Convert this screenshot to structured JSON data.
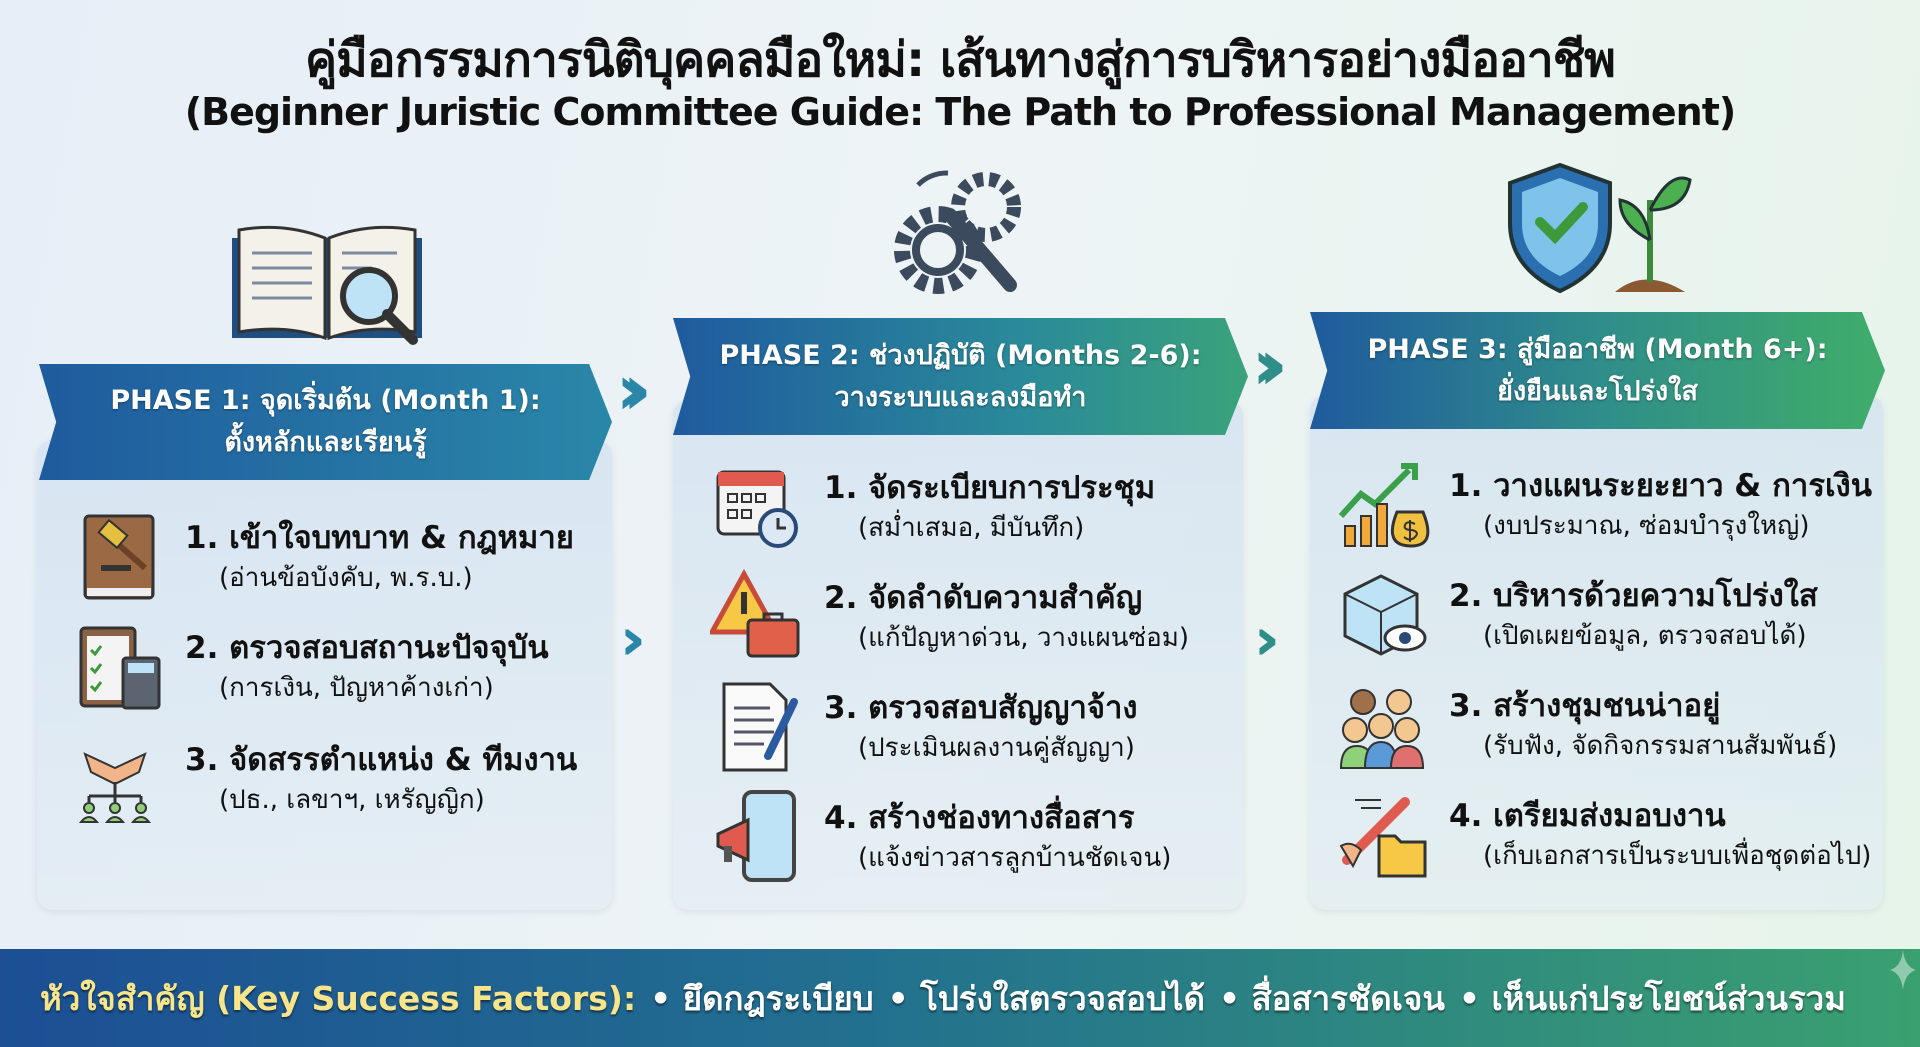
{
  "title": "คู่มือกรรมการนิติบุคคลมือใหม่: เส้นทางสู่การบริหารอย่างมืออาชีพ",
  "subtitle": "(Beginner Juristic Committee Guide: The Path to Professional Management)",
  "phases": [
    {
      "line1": "PHASE 1: จุดเริ่มต้น (Month 1):",
      "line2": "ตั้งหลักและเรียนรู้",
      "items": [
        {
          "title": "1. เข้าใจบทบาท & กฎหมาย",
          "sub": "(อ่านข้อบังคับ, พ.ร.บ.)",
          "icon": "law-book-gavel-icon"
        },
        {
          "title": "2. ตรวจสอบสถานะปัจจุบัน",
          "sub": "(การเงิน, ปัญหาค้างเก่า)",
          "icon": "checklist-calculator-icon"
        },
        {
          "title": "3. จัดสรรตำแหน่ง & ทีมงาน",
          "sub": "(ปธ., เลขาฯ, เหรัญญิก)",
          "icon": "handshake-team-icon"
        }
      ]
    },
    {
      "line1": "PHASE 2: ช่วงปฏิบัติ (Months 2-6):",
      "line2": "วางระบบและลงมือทำ",
      "items": [
        {
          "title": "1. จัดระเบียบการประชุม",
          "sub": "(สม่ำเสมอ, มีบันทึก)",
          "icon": "calendar-clock-icon"
        },
        {
          "title": "2. จัดลำดับความสำคัญ",
          "sub": "(แก้ปัญหาด่วน, วางแผนซ่อม)",
          "icon": "warning-toolbox-icon"
        },
        {
          "title": "3. ตรวจสอบสัญญาจ้าง",
          "sub": "(ประเมินผลงานคู่สัญญา)",
          "icon": "contract-pen-icon"
        },
        {
          "title": "4. สร้างช่องทางสื่อสาร",
          "sub": "(แจ้งข่าวสารลูกบ้านชัดเจน)",
          "icon": "phone-megaphone-icon"
        }
      ]
    },
    {
      "line1": "PHASE 3: สู่มืออาชีพ (Month 6+):",
      "line2": "ยั่งยืนและโปร่งใส",
      "items": [
        {
          "title": "1. วางแผนระยะยาว & การเงิน",
          "sub": "(งบประมาณ, ซ่อมบำรุงใหญ่)",
          "icon": "growth-chart-money-icon"
        },
        {
          "title": "2. บริหารด้วยความโปร่งใส",
          "sub": "(เปิดเผยข้อมูล, ตรวจสอบได้)",
          "icon": "glass-cube-eye-icon"
        },
        {
          "title": "3. สร้างชุมชนน่าอยู่",
          "sub": "(รับฟัง, จัดกิจกรรมสานสัมพันธ์)",
          "icon": "community-people-icon"
        },
        {
          "title": "4. เตรียมส่งมอบงาน",
          "sub": "(เก็บเอกสารเป็นระบบเพื่อชุดต่อไป)",
          "icon": "baton-folder-icon"
        }
      ]
    }
  ],
  "footer": {
    "key": "หัวใจสำคัญ (Key Success Factors):",
    "factors": [
      "• ยึดกฎระเบียบ",
      "• โปร่งใสตรวจสอบได้",
      "• สื่อสารชัดเจน",
      "• เห็นแก่ประโยชน์ส่วนรวม"
    ]
  },
  "colors": {
    "blue": "#1f5b9e",
    "teal": "#2a87a8",
    "green": "#3aa37a",
    "key_yellow": "#f6e58a"
  }
}
